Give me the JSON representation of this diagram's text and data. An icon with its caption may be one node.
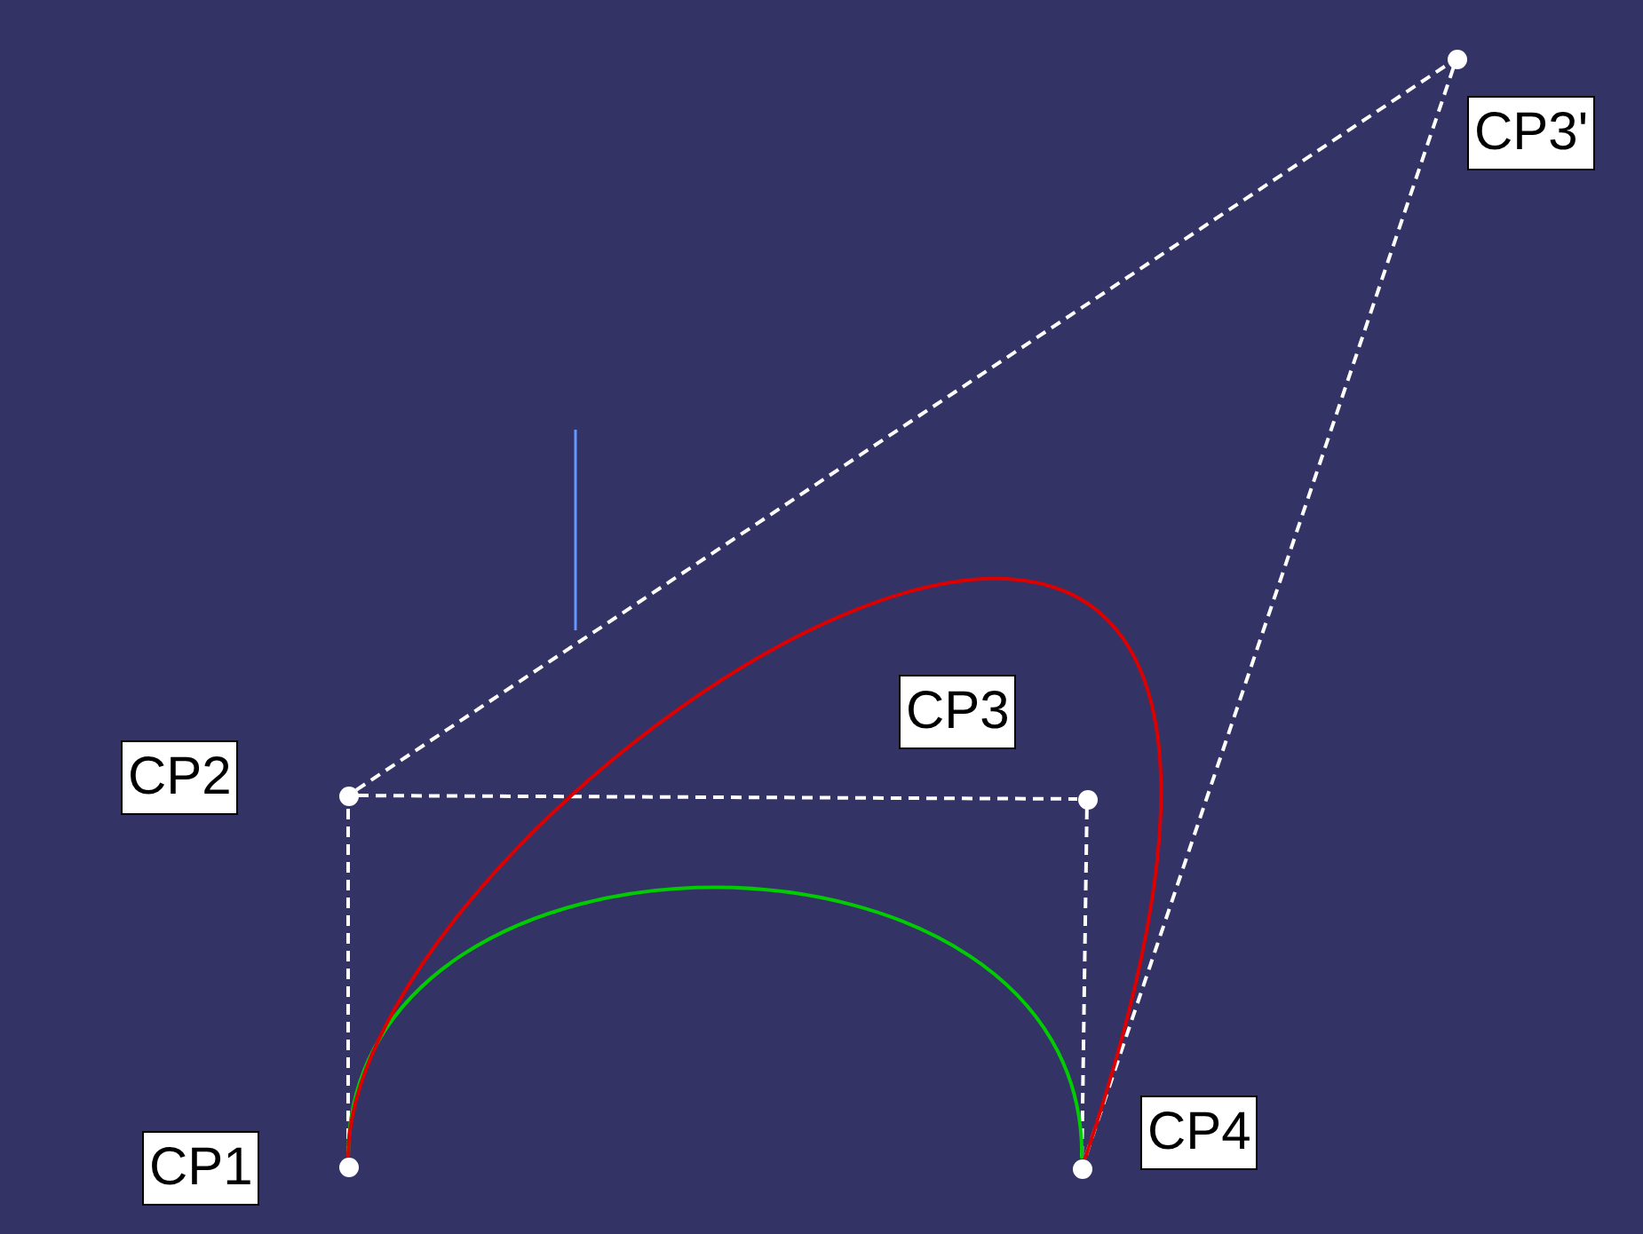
{
  "diagram": {
    "nodes": [
      {
        "text": [],
        "shape": "circle",
        "beside": [
          "CP3'"
        ]
      },
      {
        "text": [],
        "shape": "circle",
        "beside": [
          "CP2"
        ]
      },
      {
        "text": [],
        "shape": "circle",
        "beside": [
          "CP3"
        ]
      },
      {
        "text": [],
        "shape": "circle",
        "beside": [
          "CP1"
        ]
      },
      {
        "text": [],
        "shape": "circle",
        "beside": [
          "CP4"
        ]
      }
    ],
    "edges": [
      {
        "from": 1,
        "to": 0,
        "arrow": "none",
        "style": "dashed"
      },
      {
        "from": 0,
        "to": 4,
        "arrow": "none",
        "style": "dashed"
      },
      {
        "from": 3,
        "to": 1,
        "arrow": "none",
        "style": "dashed"
      },
      {
        "from": 1,
        "to": 2,
        "arrow": "none",
        "style": "dashed"
      },
      {
        "from": 2,
        "to": 4,
        "arrow": "none",
        "style": "dashed"
      },
      {
        "from": 3,
        "to": 4,
        "arrow": "none",
        "color": "#00cc00"
      },
      {
        "from": 3,
        "to": 4,
        "arrow": "none",
        "color": "#dd0000"
      }
    ]
  }
}
